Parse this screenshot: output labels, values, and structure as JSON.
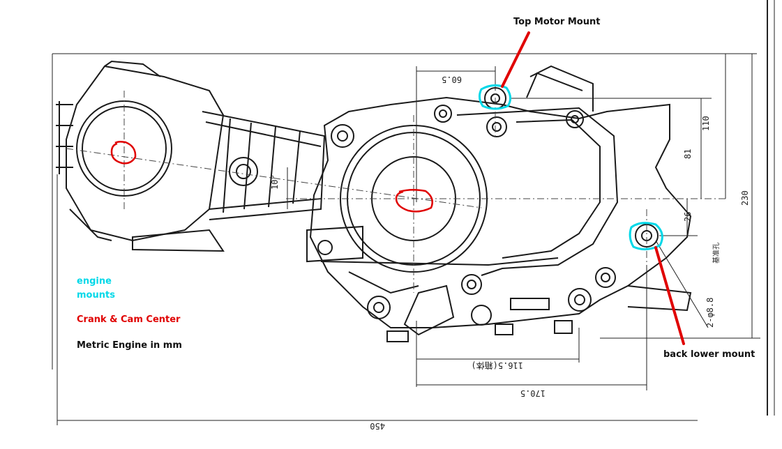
{
  "annotations": {
    "top_mount": "Top Motor Mount",
    "lower_mount": "back lower mount"
  },
  "legend": {
    "engine_mounts_line1": "engine",
    "engine_mounts_line2": "mounts",
    "crank_cam": "Crank & Cam Center",
    "units": "Metric Engine in mm"
  },
  "dimensions": {
    "d_60_5": "60.5",
    "d_110": "110",
    "d_81": "81",
    "d_26": "26",
    "d_230": "230",
    "d_10": "10°",
    "d_116_5": "116.5(箱体)",
    "d_170_5": "170.5",
    "d_450": "450",
    "d_hole": "2-φ8.8",
    "d_ref": "基准孔"
  },
  "colors": {
    "outline": "#1a1a1a",
    "mount_highlight": "#00d8e8",
    "center_highlight": "#e00000",
    "pointer": "#e00000",
    "engine_mounts_text": "#00d8e8",
    "crank_text": "#e00000",
    "units_text": "#111111"
  }
}
